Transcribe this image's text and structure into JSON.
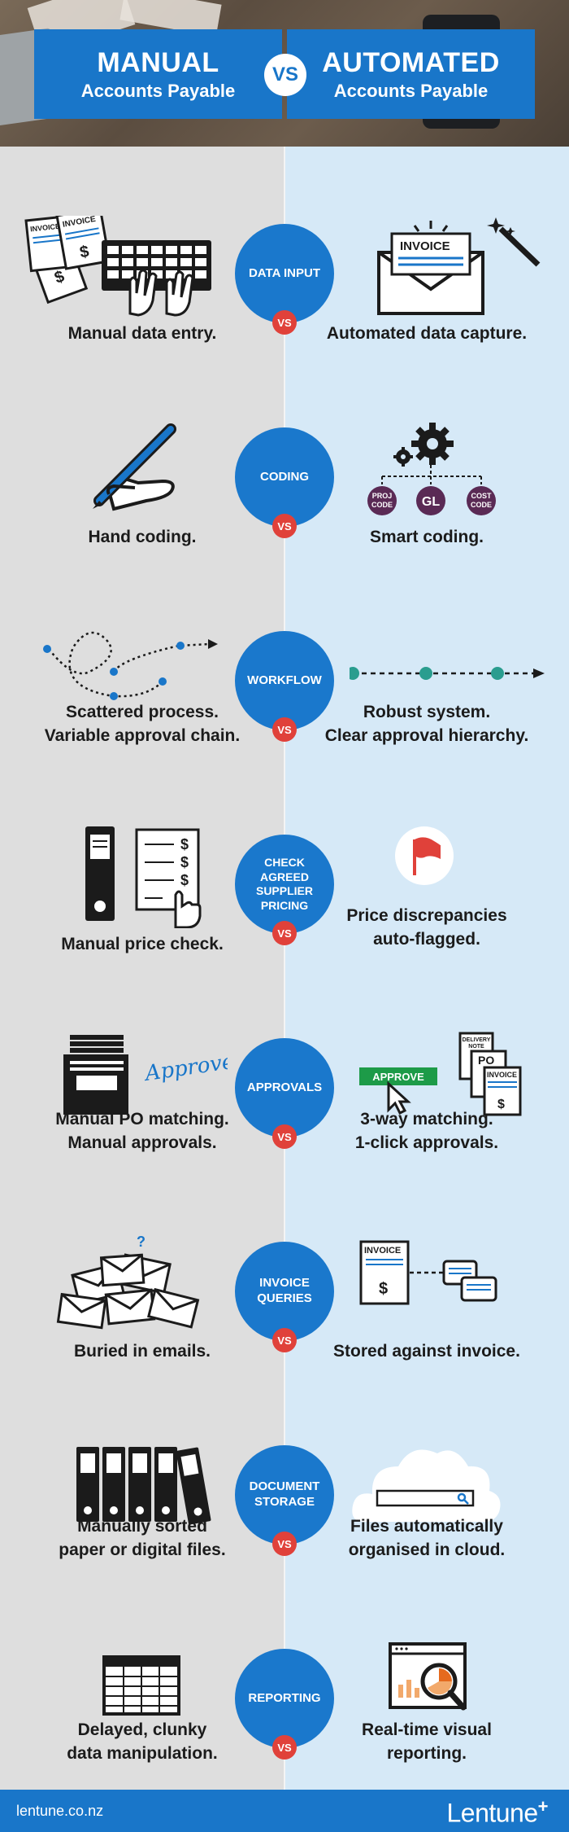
{
  "header": {
    "left_title": "MANUAL",
    "left_subtitle": "Accounts Payable",
    "vs": "VS",
    "right_title": "AUTOMATED",
    "right_subtitle": "Accounts Payable"
  },
  "vs_label": "VS",
  "icon_text": {
    "invoice": "INVOICE",
    "dollar": "$",
    "proj_code_1": "PROJ",
    "proj_code_2": "CODE",
    "gl": "GL",
    "cost_code_1": "COST",
    "cost_code_2": "CODE",
    "approved": "Approved",
    "approve": "APPROVE",
    "delivery_1": "DELIVERY",
    "delivery_2": "NOTE",
    "po": "PO",
    "question": "?"
  },
  "sections": [
    {
      "category": "DATA INPUT",
      "manual": [
        "Manual data entry."
      ],
      "automated": [
        "Automated data capture."
      ]
    },
    {
      "category": "CODING",
      "manual": [
        "Hand coding."
      ],
      "automated": [
        "Smart coding."
      ]
    },
    {
      "category": "WORKFLOW",
      "manual": [
        "Scattered process.",
        "Variable approval chain."
      ],
      "automated": [
        "Robust system.",
        "Clear approval hierarchy."
      ]
    },
    {
      "category": "CHECK AGREED SUPPLIER PRICING",
      "manual": [
        "Manual price check."
      ],
      "automated": [
        "Price discrepancies",
        "auto-flagged."
      ]
    },
    {
      "category": "APPROVALS",
      "manual": [
        "Manual PO matching.",
        "Manual approvals."
      ],
      "automated": [
        "3-way matching.",
        "1-click approvals."
      ]
    },
    {
      "category": "INVOICE QUERIES",
      "manual": [
        "Buried in emails."
      ],
      "automated": [
        "Stored against invoice."
      ]
    },
    {
      "category": "DOCUMENT STORAGE",
      "manual": [
        "Manually sorted",
        "paper or digital files."
      ],
      "automated": [
        "Files automatically",
        "organised in cloud."
      ]
    },
    {
      "category": "REPORTING",
      "manual": [
        "Delayed, clunky",
        "data manipulation."
      ],
      "automated": [
        "Real-time visual",
        "reporting."
      ]
    }
  ],
  "footer": {
    "website": "lentune.co.nz",
    "brand": "Lentune",
    "brand_mark": "+"
  },
  "colors": {
    "blue": "#1976c9",
    "red": "#e0413a",
    "teal": "#2a9d8f",
    "purple": "#5a2a55",
    "green": "#1d9b48"
  }
}
